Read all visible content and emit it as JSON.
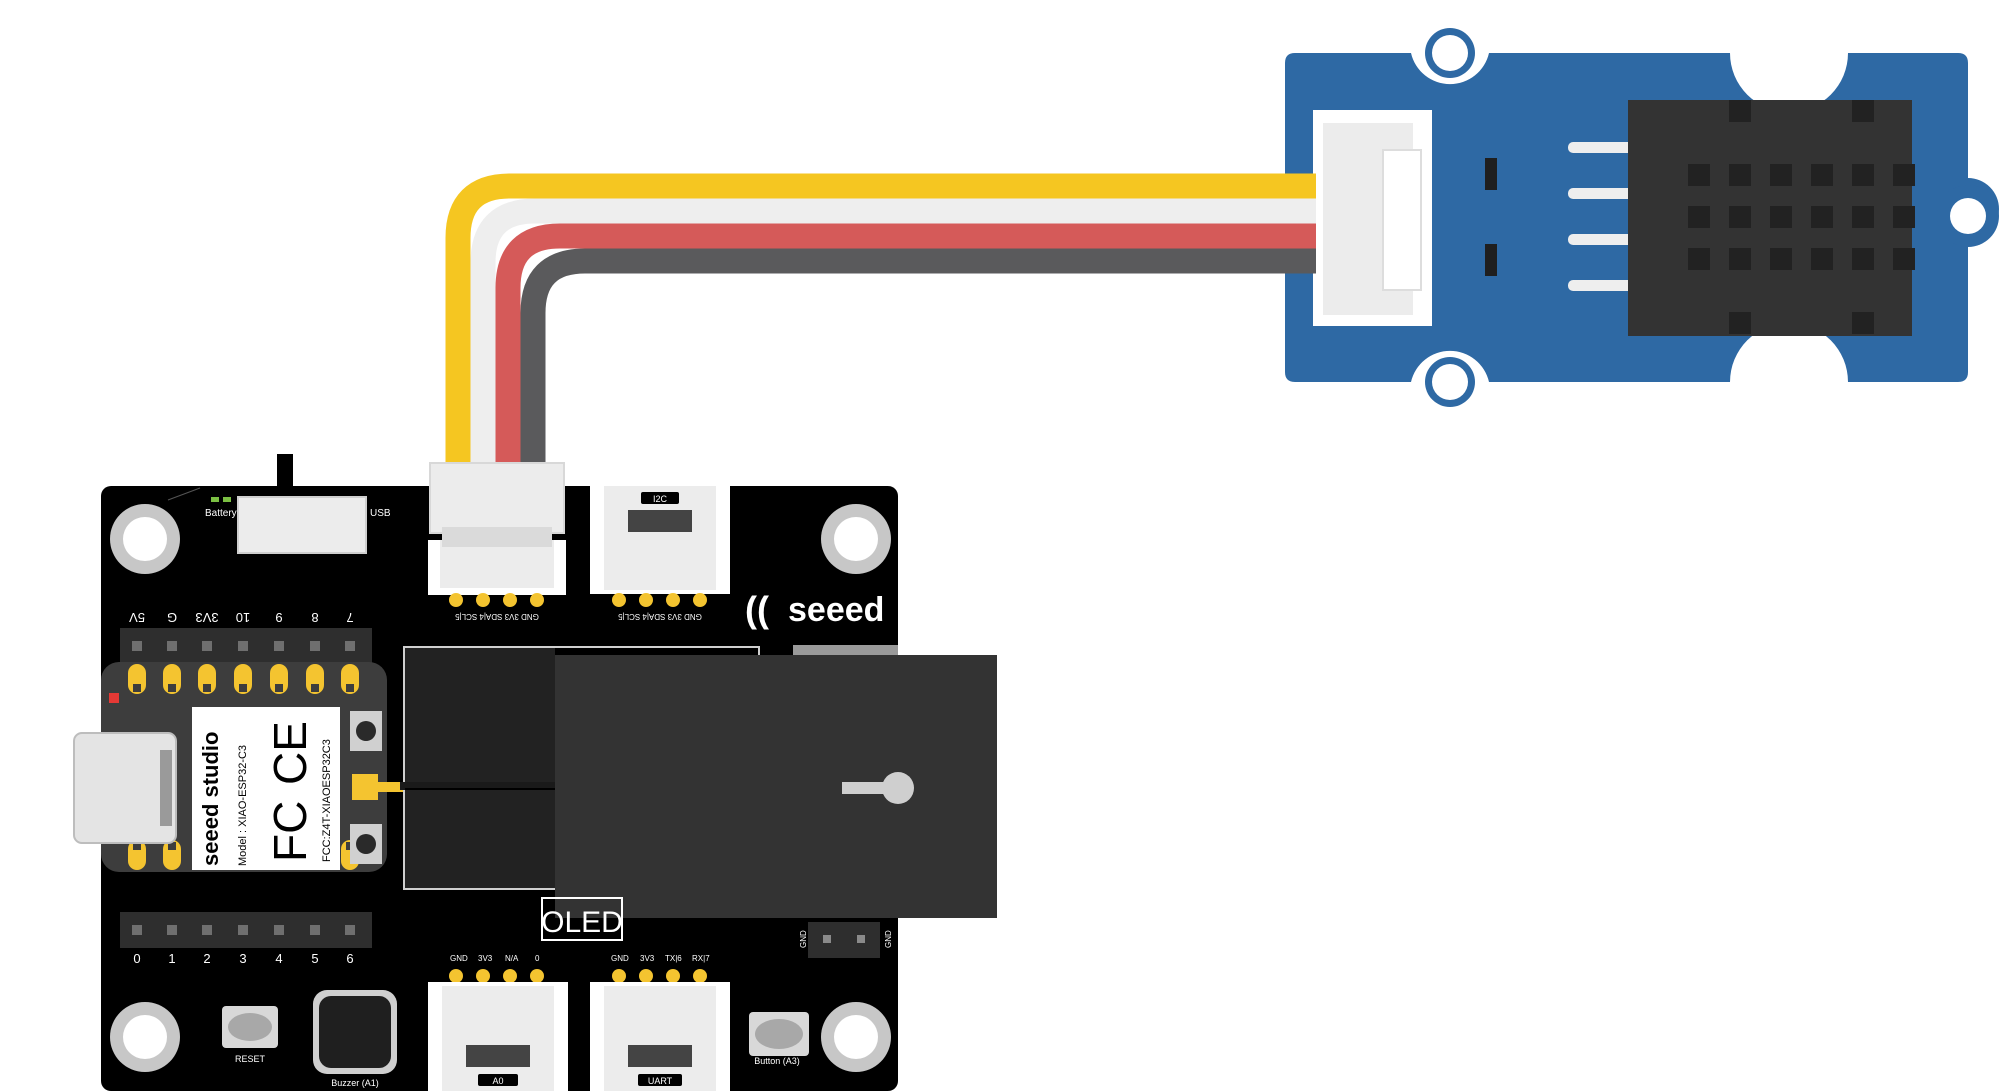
{
  "board": {
    "switch_label_left": "Battery",
    "switch_label_right": "USB",
    "brand": "seeed",
    "top_pin_labels": [
      "5V",
      "G",
      "3V3",
      "10",
      "9",
      "8",
      "7"
    ],
    "bottom_pin_labels": [
      "0",
      "1",
      "2",
      "3",
      "4",
      "5",
      "6"
    ],
    "i2c_port_1_pins": "GND 3V3 SDA|4 SCL|5",
    "i2c_port_2_label": "I2C",
    "i2c_port_2_pins": "GND 3V3 SDA|4 SCL|5",
    "a0_port_pins": [
      "GND",
      "3V3",
      "N/A",
      "0"
    ],
    "a0_port_label": "A0",
    "uart_port_pins": [
      "GND",
      "3V3",
      "TX|6",
      "RX|7"
    ],
    "uart_port_label": "UART",
    "oled_label": "OLED",
    "reset_label": "RESET",
    "buzzer_label": "Buzzer (A1)",
    "button_label": "Button (A3)",
    "gnd_label_left": "GND",
    "gnd_label_right": "GND"
  },
  "xiao": {
    "brand": "seeed studio",
    "model": "Model : XIAO-ESP32-C3",
    "fcc_id": "FCC:Z4T-XIAOESP32C3",
    "fc_mark": "FC",
    "ce_mark": "CE"
  },
  "colors": {
    "board_black": "#000000",
    "sensor_blue": "#2e69a4",
    "wire_yellow": "#f5c621",
    "wire_white": "#eeeeee",
    "wire_red": "#d55a59",
    "wire_black": "#5a5a5c",
    "pin_gold": "#f4c430",
    "oled_dark": "#333333"
  }
}
